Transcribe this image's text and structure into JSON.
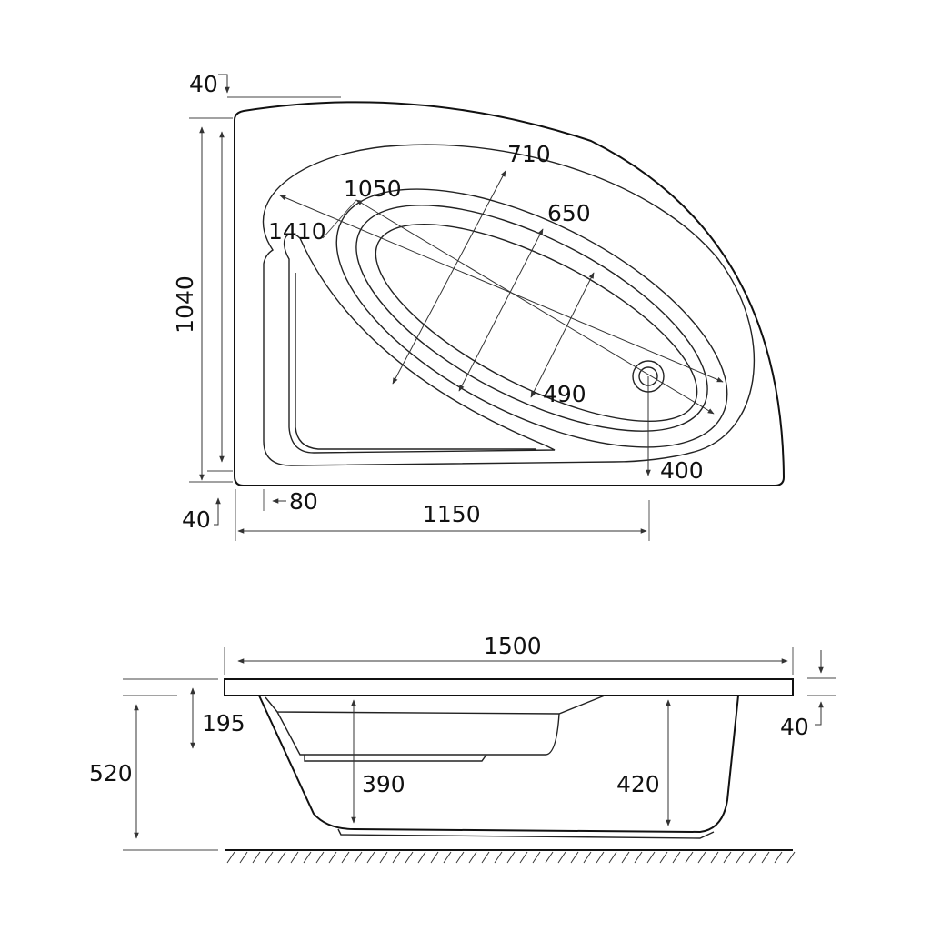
{
  "plan_view": {
    "dims": {
      "rim_top": "40",
      "overall_depth": "1040",
      "inner_length": "1410",
      "outer_ellipse": "1050",
      "outer_ellipse_width": "710",
      "inner_ellipse_width": "650",
      "bottom_width": "490",
      "drain_offset": "400",
      "rim_bottom": "40",
      "seat_offset": "80",
      "drain_to_wall": "1150"
    }
  },
  "side_view": {
    "dims": {
      "overall_length": "1500",
      "rim_right": "40",
      "rim_height": "195",
      "overall_height": "520",
      "inner_depth_left": "390",
      "inner_depth_right": "420"
    }
  }
}
